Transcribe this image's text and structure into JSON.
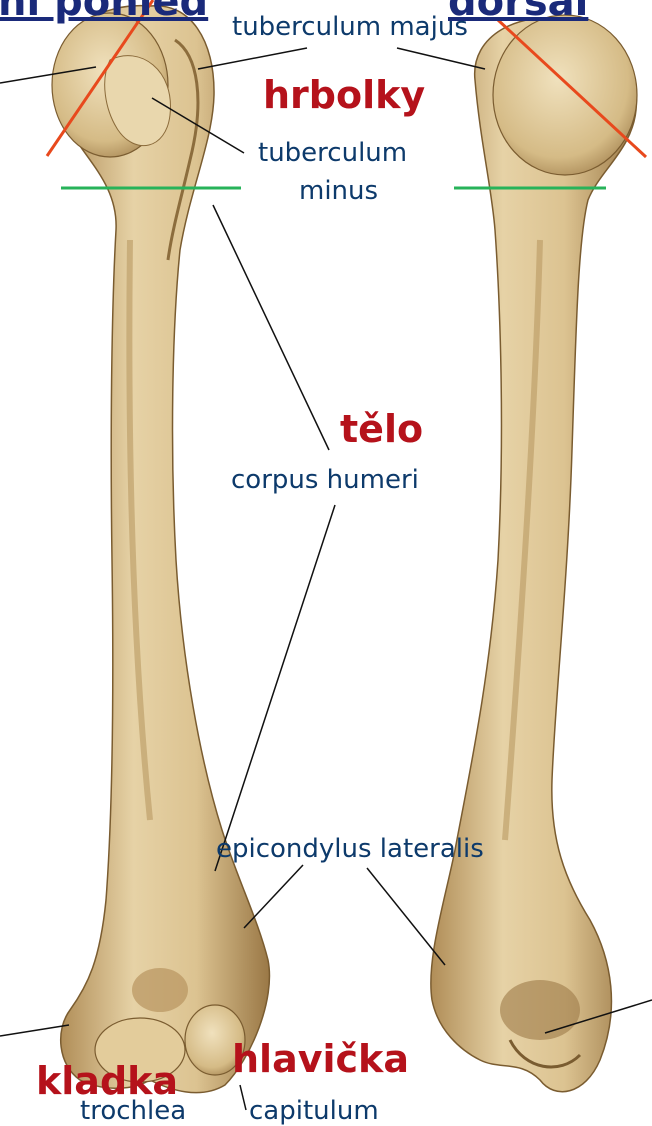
{
  "title_fragments": {
    "left": "ní pohled",
    "right": "dorsál"
  },
  "labels": {
    "tuberculum_majus": "tuberculum majus",
    "hrbolky": "hrbolky",
    "tuberculum_minus_line1": "tuberculum",
    "tuberculum_minus_line2": "minus",
    "telo": "tělo",
    "corpus_humeri": "corpus humeri",
    "epicondylus_lateralis": "epicondylus lateralis",
    "kladka": "kladka",
    "hlavicka": "hlavička",
    "trochlea": "trochlea",
    "capitulum": "capitulum"
  },
  "colors": {
    "label_blue": "#0d3a6b",
    "label_red": "#b5121b",
    "collum_anatomicum_line": "#e8491d",
    "collum_chirurgicum_line": "#27b35a",
    "bone_light": "#e7d4a9",
    "bone_mid": "#cdb17a",
    "bone_dark": "#8c6d3d",
    "leader_line": "#111111",
    "title": "#1a2a7a"
  }
}
